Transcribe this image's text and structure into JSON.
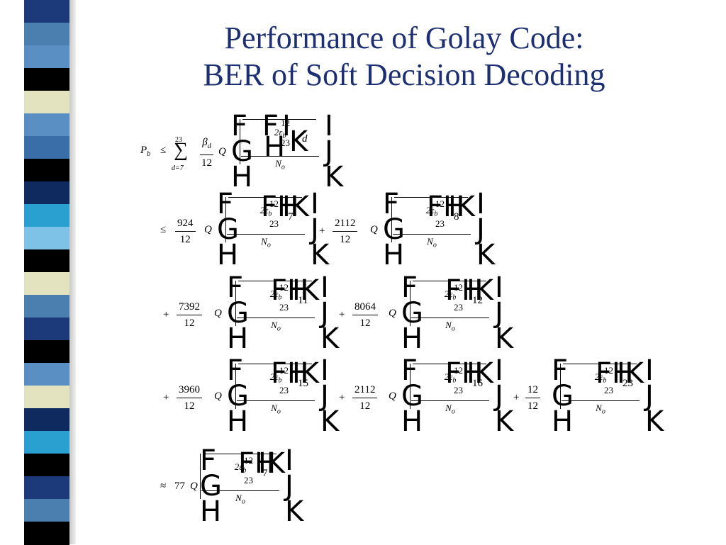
{
  "title": {
    "line1": "Performance of Golay Code:",
    "line2": "BER of Soft Decision Decoding"
  },
  "colors": {
    "title": "#1c2f73",
    "sidebar": [
      "#1c3a7a",
      "#4a7fb0",
      "#5a8fc4",
      "#000000",
      "#e3e3c0",
      "#5a8fc4",
      "#3a6ea8",
      "#000000",
      "#0f2a5e",
      "#2aa0d0",
      "#7fc2e8",
      "#000000",
      "#e3e3c0",
      "#4a7fb0",
      "#1c3a7a",
      "#000000",
      "#5a8fc4",
      "#e3e3c0",
      "#0f2a5e",
      "#2aa0d0",
      "#000000",
      "#1c3a7a",
      "#4a7fb0",
      "#000000"
    ]
  },
  "equation": {
    "row1": {
      "lhs": "P",
      "lhs_sub": "b",
      "rel": "≤",
      "sum_top": "23",
      "sum_bot": "d=7",
      "coef_num": "β",
      "coef_num_sub": "d",
      "coef_den": "12",
      "q": "Q",
      "arg_num": "2ε",
      "arg_num_sub": "b",
      "frac_top": "12",
      "frac_bot": "23",
      "exp": "d",
      "arg_den": "N",
      "arg_den_sub": "o"
    },
    "row2": {
      "rel": "≤",
      "t1_num": "924",
      "t1_den": "12",
      "t1_exp": "7",
      "op": "+",
      "t2_num": "2112",
      "t2_den": "12",
      "t2_exp": "8"
    },
    "row3": {
      "op1": "+",
      "t1_num": "7392",
      "t1_den": "12",
      "t1_exp": "11",
      "op2": "+",
      "t2_num": "8064",
      "t2_den": "12",
      "t2_exp": "12"
    },
    "row4": {
      "op1": "+",
      "t1_num": "3960",
      "t1_den": "12",
      "t1_exp": "15",
      "op2": "+",
      "t2_num": "2112",
      "t2_den": "12",
      "t2_exp": "16",
      "op3": "+",
      "t3_num": "12",
      "t3_den": "12",
      "t3_exp": "23"
    },
    "row5": {
      "rel": "≈",
      "coef": "77",
      "exp": "7"
    },
    "glyphs": {
      "open_top": "F",
      "open_mid": "G",
      "open_bot": "H",
      "inner_open": "FH",
      "inner_close": "IK",
      "close_top": "I",
      "close_mid": "J",
      "close_bot": "K"
    }
  }
}
